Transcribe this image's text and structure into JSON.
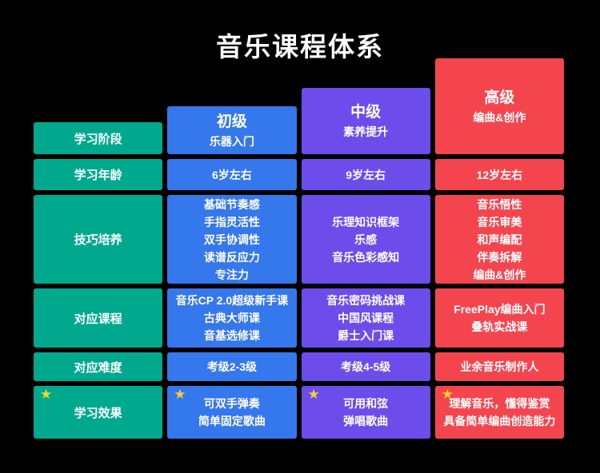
{
  "title": "音乐课程体系",
  "legend_column": {
    "rows": [
      "学习阶段",
      "学习年龄",
      "技巧培养",
      "对应课程",
      "对应难度",
      "学习效果"
    ]
  },
  "levels": [
    {
      "name": "初级",
      "subtitle": "乐器入门",
      "age": "6岁左右",
      "skills": [
        "基础节奏感",
        "手指灵活性",
        "双手协调性",
        "读谱反应力",
        "专注力"
      ],
      "courses": [
        "音乐CP 2.0超级新手课",
        "古典大师课",
        "音基选修课"
      ],
      "difficulty": "考级2-3级",
      "effects": [
        "可双手弹奏",
        "简单固定歌曲"
      ],
      "color": "#3577ec"
    },
    {
      "name": "中级",
      "subtitle": "素养提升",
      "age": "9岁左右",
      "skills": [
        "乐理知识框架",
        "乐感",
        "音乐色彩感知"
      ],
      "courses": [
        "音乐密码挑战课",
        "中国风课程",
        "爵士入门课"
      ],
      "difficulty": "考级4-5级",
      "effects": [
        "可用和弦",
        "弹唱歌曲"
      ],
      "color": "#6c4ceb"
    },
    {
      "name": "高级",
      "subtitle": "编曲&创作",
      "age": "12岁左右",
      "skills": [
        "音乐悟性",
        "音乐审美",
        "和声编配",
        "伴奏拆解",
        "编曲&创作"
      ],
      "courses": [
        "FreePlay编曲入门",
        "叠轨实战课"
      ],
      "difficulty": "业余音乐制作人",
      "effects": [
        "理解音乐，懂得鉴赏",
        "具备简单编曲创造能力"
      ],
      "color": "#f4454e"
    }
  ],
  "star_icon": "★",
  "colors": {
    "background": "#000000",
    "legend": "#00a98e",
    "beginner": "#3577ec",
    "intermediate": "#6c4ceb",
    "advanced": "#f4454e",
    "star": "#f5d32b",
    "text": "#ffffff"
  }
}
